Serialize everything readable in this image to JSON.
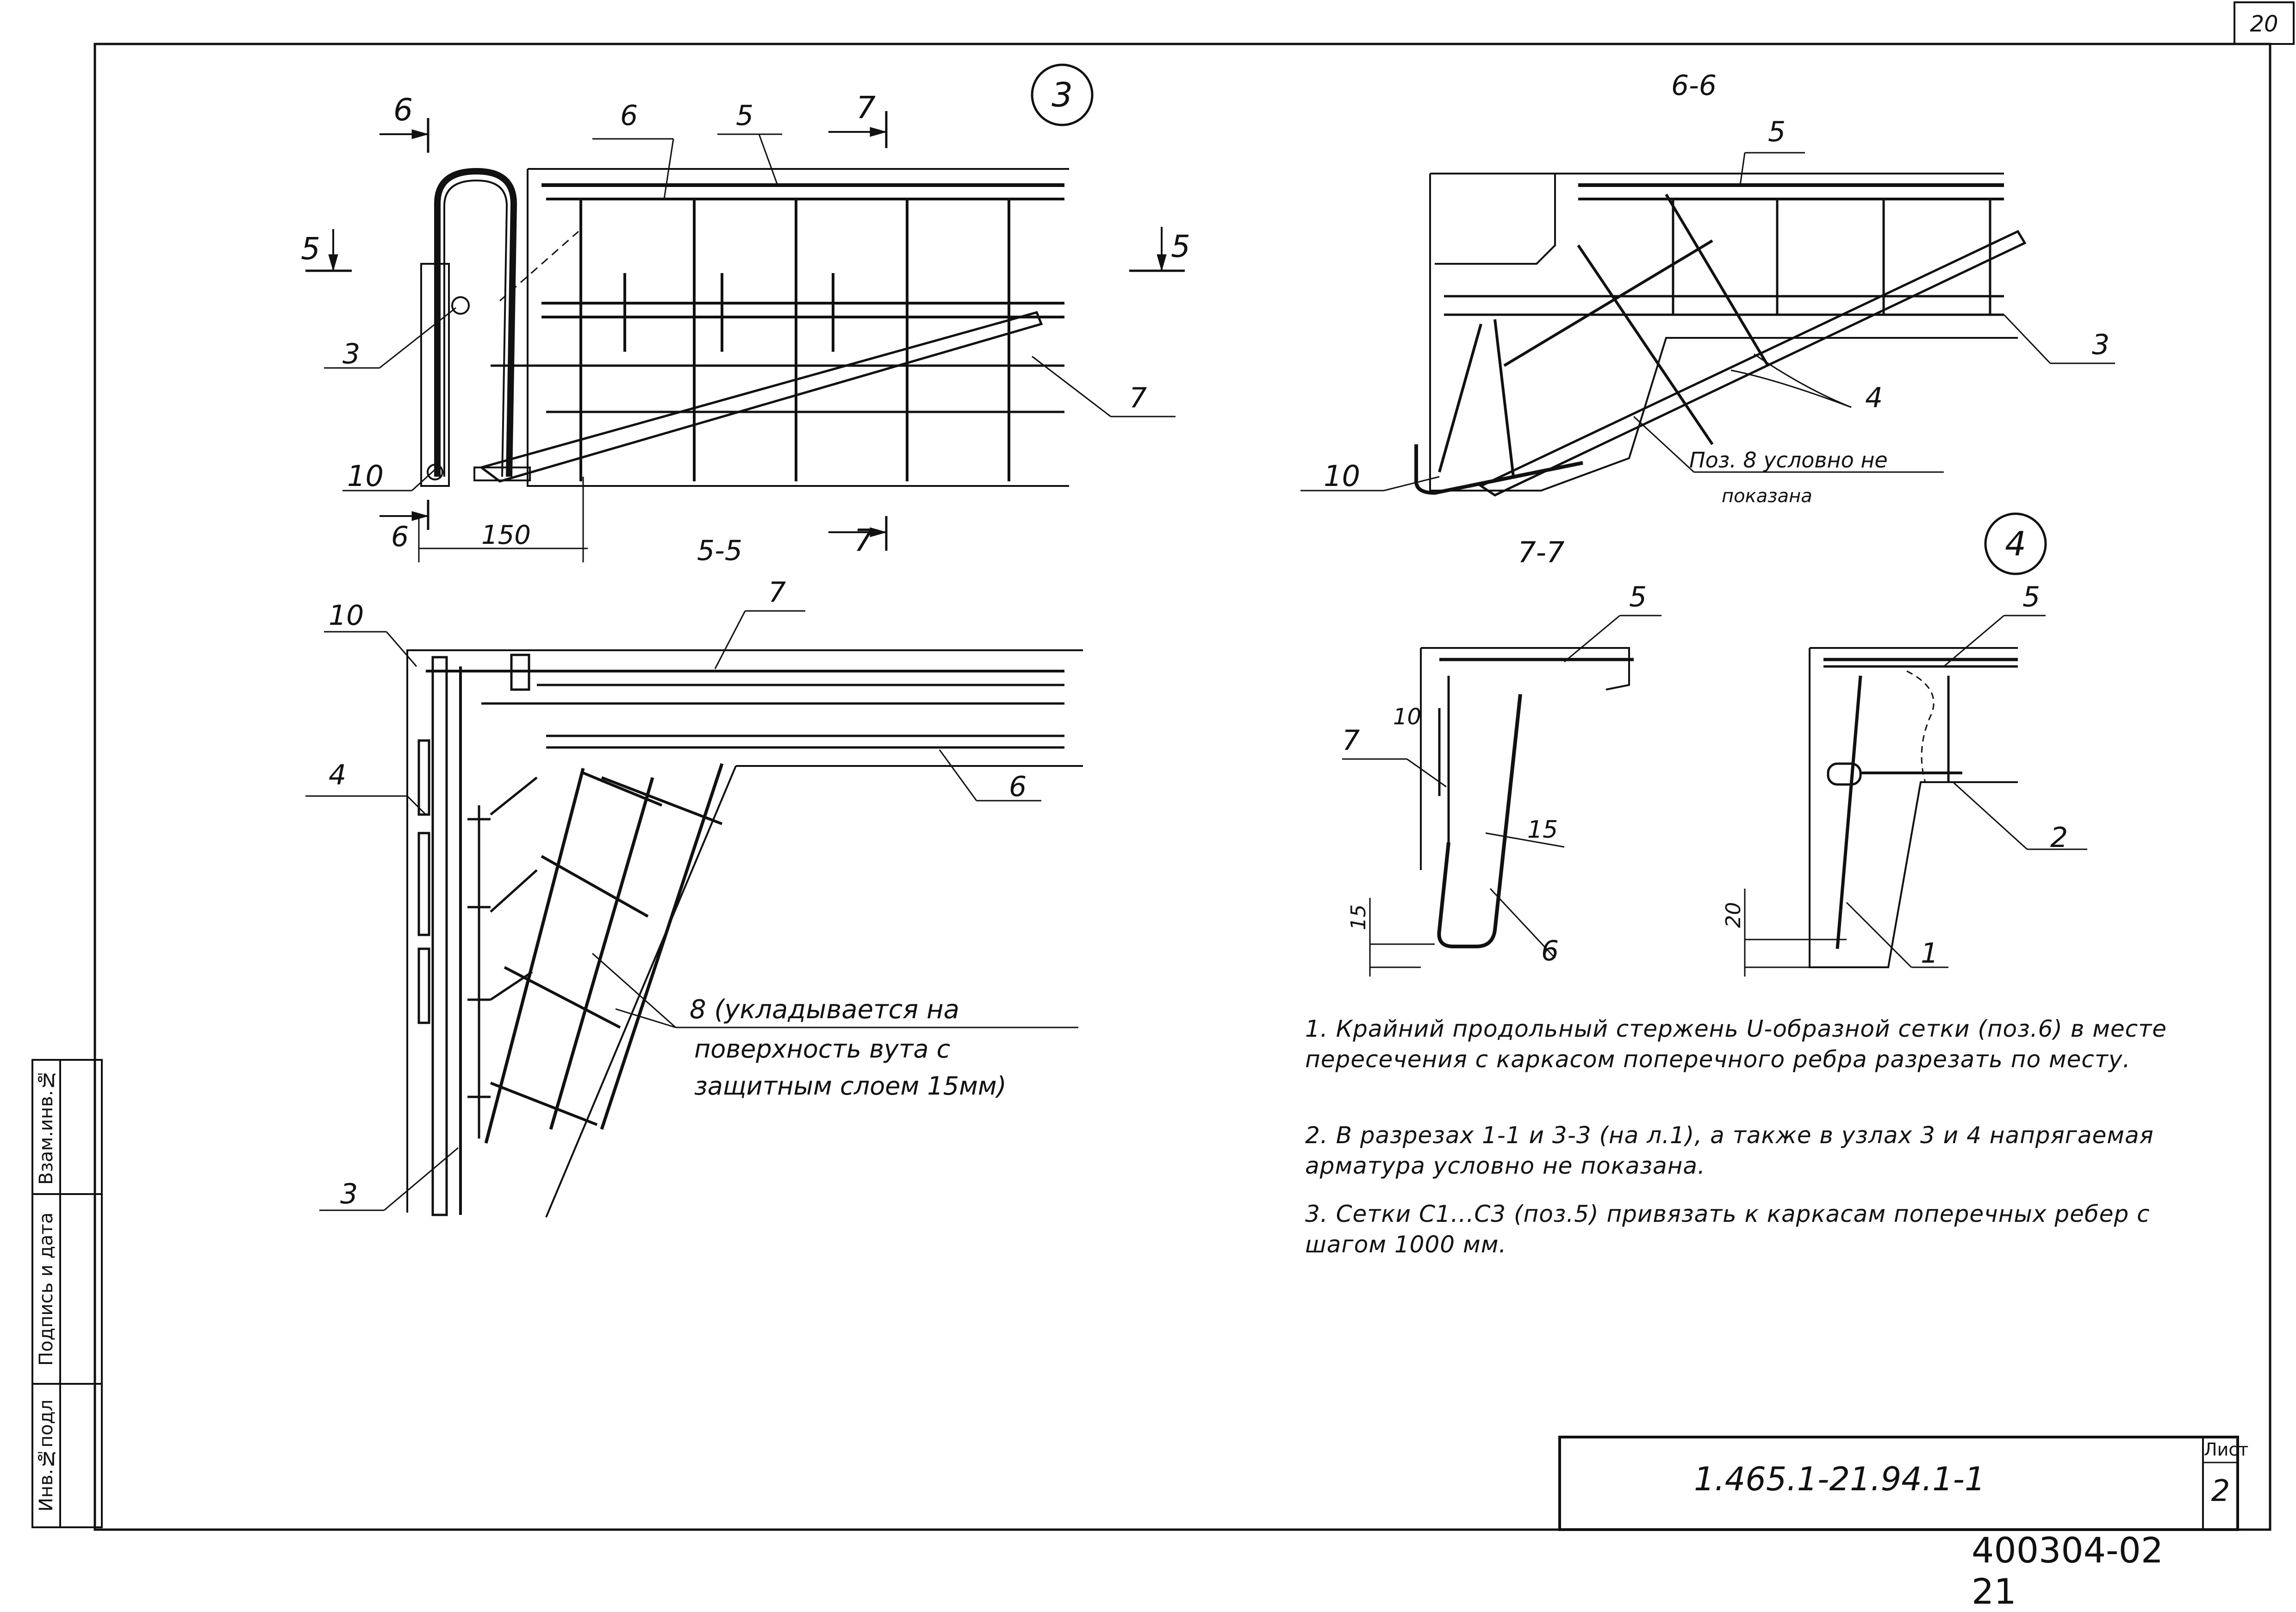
{
  "sheet": {
    "page_number": "20",
    "document_code": "1.465.1-21.94.1-1",
    "sheet_label": "Лист",
    "sheet_number": "2",
    "archive_number": "400304-02 21"
  },
  "stamp": {
    "cell1": "Взам.инв.№",
    "cell2": "Подпись и дата",
    "cell3": "Инв.№подл"
  },
  "node3": {
    "badge": "3",
    "cut_6_top": "6",
    "cut_6_bottom": "6",
    "cut_7_top": "7",
    "cut_7_bottom": "7",
    "cut_5_left": "5",
    "cut_5_right": "5",
    "pos_6": "6",
    "pos_5": "5",
    "pos_3": "3",
    "pos_10": "10",
    "pos_7": "7",
    "dim_150": "150"
  },
  "section66": {
    "title": "6-6",
    "pos_5": "5",
    "pos_3": "3",
    "pos_4": "4",
    "pos_10": "10",
    "note_line1": "Поз. 8 условно не",
    "note_line2": "показана"
  },
  "section55": {
    "title": "5-5",
    "pos_10": "10",
    "pos_7": "7",
    "pos_4": "4",
    "pos_6": "6",
    "pos_3": "3",
    "callout_line1": "8 (укладывается на",
    "callout_line2": "поверхность вута с",
    "callout_line3": "защитным слоем 15мм)"
  },
  "section77": {
    "title": "7-7",
    "pos_5": "5",
    "pos_7": "7",
    "pos_10": "10",
    "pos_15": "15",
    "dim_15": "15",
    "pos_6": "6"
  },
  "node4": {
    "badge": "4",
    "pos_5": "5",
    "pos_2": "2",
    "dim_20": "20",
    "pos_1": "1"
  },
  "notes": [
    "1. Крайний продольный стержень U-образной сетки (поз.6) в месте пересечения с каркасом поперечного ребра разрезать по месту.",
    "2. В разрезах 1-1 и 3-3 (на л.1), а также в узлах 3 и 4 напрягаемая арматура условно не показана.",
    "3. Сетки С1...С3 (поз.5) привязать к каркасам поперечных ребер с шагом 1000 мм."
  ]
}
